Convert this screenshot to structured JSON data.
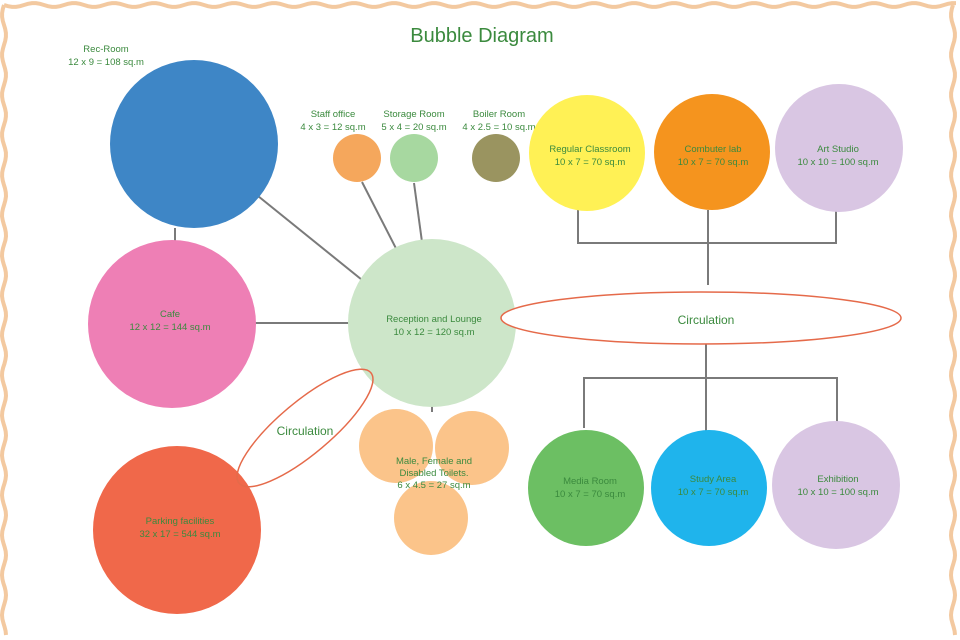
{
  "title": "Bubble Diagram",
  "colors": {
    "text": "#3b8a3e",
    "connector": "#7a7a7a",
    "ellipse_stroke": "#e56a4a",
    "border": "#f3c9a0"
  },
  "spaces": {
    "rec_room": {
      "name": "Rec-Room",
      "area": "12 x 9 = 108 sq.m",
      "color": "#3e86c6"
    },
    "cafe": {
      "name": "Cafe",
      "area": "12 x 12 = 144 sq.m",
      "color": "#ee7fb5"
    },
    "parking": {
      "name": "Parking facilities",
      "area": "32 x 17 = 544 sq.m",
      "color": "#f0684a"
    },
    "staff_office": {
      "name": "Staff office",
      "area": "4 x 3 = 12 sq.m",
      "color": "#f5a75c"
    },
    "storage_room": {
      "name": "Storage Room",
      "area": "5 x 4 = 20 sq.m",
      "color": "#a7d8a0"
    },
    "boiler_room": {
      "name": "Boiler Room",
      "area": "4 x 2.5 = 10 sq.m",
      "color": "#9a9460"
    },
    "reception": {
      "name": "Reception and Lounge",
      "area": "10 x 12 = 120 sq.m",
      "color": "#cde6c9"
    },
    "toilets": {
      "name_line1": "Male, Female and",
      "name_line2": "Disabled Toilets.",
      "area": "6 x 4.5 = 27 sq.m",
      "color": "#fbc48a"
    },
    "regular_classroom": {
      "name": "Regular Classroom",
      "area": "10 x 7 = 70 sq.m",
      "color": "#fff155"
    },
    "computer_lab": {
      "name": "Combuter lab",
      "area": "10 x 7 = 70 sq.m",
      "color": "#f5941e"
    },
    "art_studio": {
      "name": "Art Studio",
      "area": "10 x 10 = 100 sq.m",
      "color": "#d9c6e3"
    },
    "media_room": {
      "name": "Media Room",
      "area": "10 x 7 = 70 sq.m",
      "color": "#6cbf63"
    },
    "study_area": {
      "name": "Study Area",
      "area": "10 x 7 = 70 sq.m",
      "color": "#1fb4ec"
    },
    "exhibition": {
      "name": "Exhibition",
      "area": "10 x 10 = 100 sq.m",
      "color": "#d9c6e3"
    }
  },
  "circulation_right": "Circulation",
  "circulation_left": "Circulation"
}
